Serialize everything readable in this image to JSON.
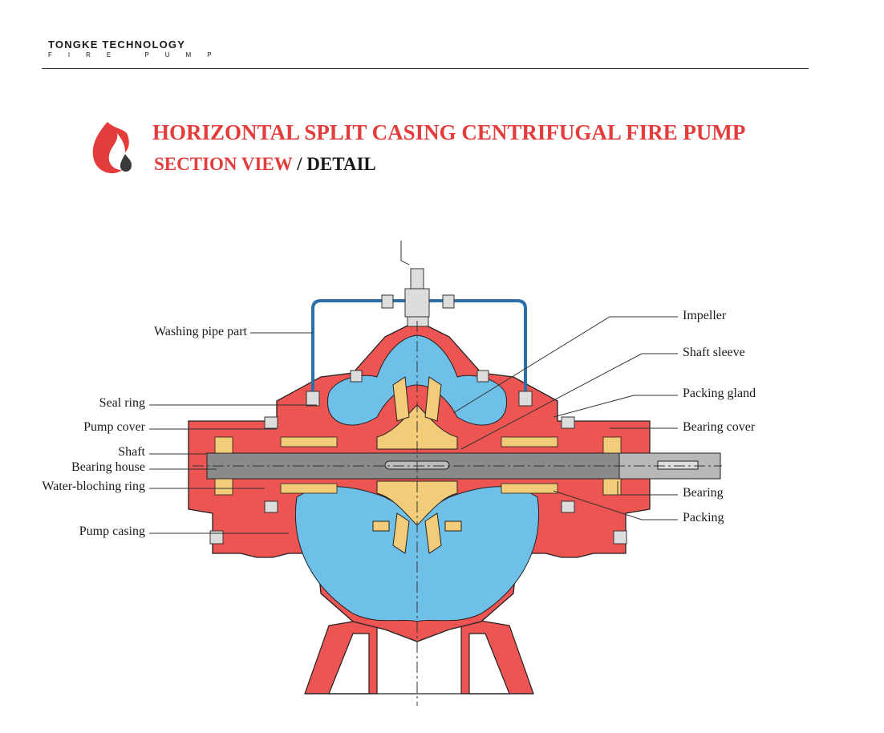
{
  "brand": {
    "name": "TONGKE TECHNOLOGY",
    "subtitle": "FIRE PUMP"
  },
  "title": {
    "line1": "HORIZONTAL SPLIT CASING CENTRIFUGAL FIRE PUMP",
    "line2_red": "SECTION VIEW",
    "line2_sep": " / ",
    "line2_dark": "DETAIL"
  },
  "colors": {
    "casing": "#ec5552",
    "water": "#6fc0e8",
    "impeller": "#f2cc78",
    "shaft": "#8a8a8a",
    "title_red": "#e43b3b"
  },
  "labels_left": {
    "washing_pipe": "Washing pipe part",
    "seal_ring": "Seal ring",
    "pump_cover": "Pump cover",
    "shaft": "Shaft",
    "bearing_house": "Bearing house",
    "water_ring": "Water-bloching ring",
    "pump_casing": "Pump casing"
  },
  "labels_right": {
    "impeller": "Impeller",
    "shaft_sleeve": "Shaft sleeve",
    "packing_gland": "Packing gland",
    "bearing_cover": "Bearing cover",
    "bearing": "Bearing",
    "packing": "Packing"
  }
}
